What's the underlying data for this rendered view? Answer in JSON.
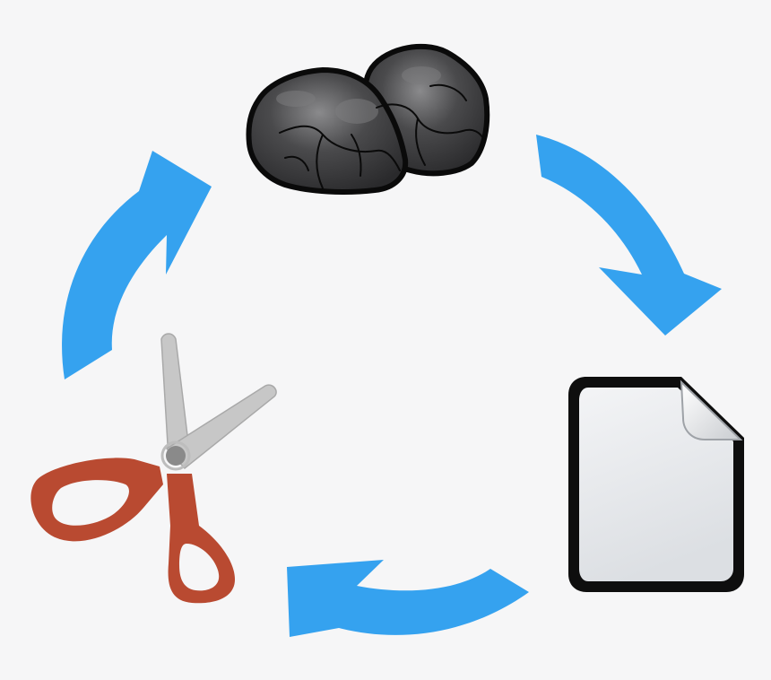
{
  "diagram": {
    "type": "cycle",
    "nodes": [
      {
        "id": "coal",
        "icon": "coal-rock-icon"
      },
      {
        "id": "paper",
        "icon": "paper-sheet-icon"
      },
      {
        "id": "scissors",
        "icon": "scissors-icon"
      }
    ],
    "edges": [
      {
        "from": "coal",
        "to": "paper",
        "icon": "arrow-right-down-icon"
      },
      {
        "from": "paper",
        "to": "scissors",
        "icon": "arrow-left-icon"
      },
      {
        "from": "scissors",
        "to": "coal",
        "icon": "arrow-up-right-icon"
      }
    ]
  },
  "colors": {
    "background": "#f6f6f7",
    "arrow": "#35a2ef",
    "coal_fill": "#3c3c3e",
    "coal_highlight": "#7c7c7e",
    "coal_outline": "#0a0a0a",
    "paper_fill": "#e7e9ec",
    "paper_outline": "#0e0e0e",
    "scissors_handle": "#b94a31",
    "scissors_blade": "#c7c7c7",
    "scissors_pivot": "#8a8a8a"
  }
}
